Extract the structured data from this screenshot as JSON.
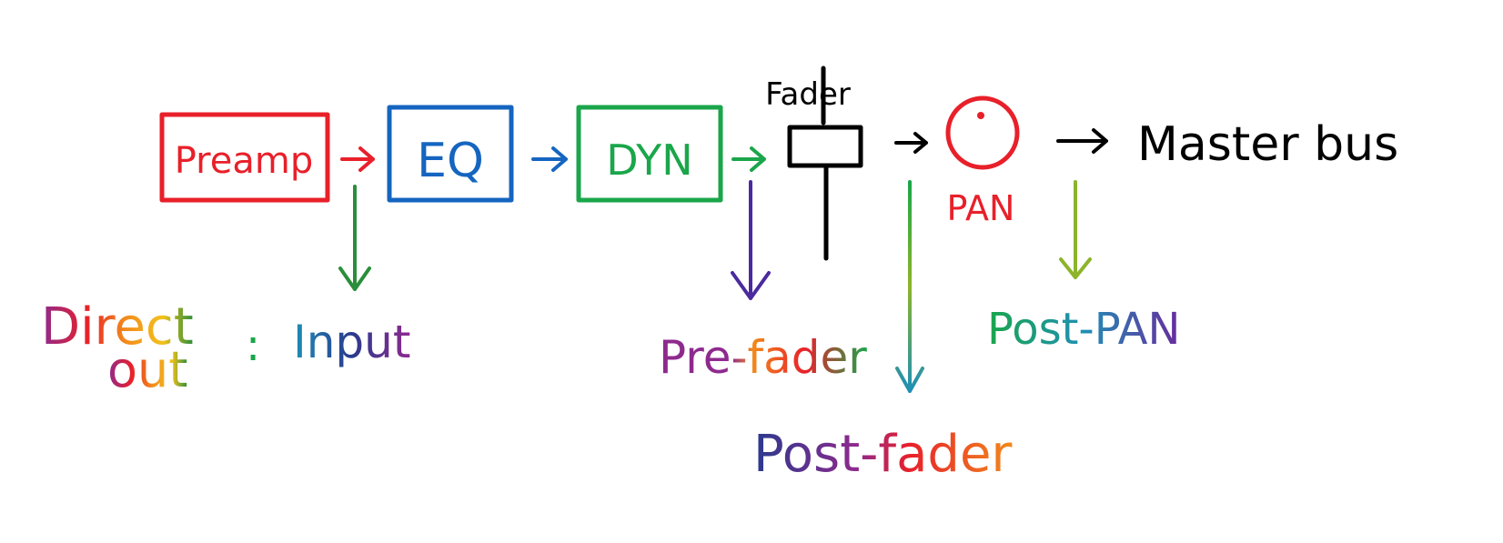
{
  "blocks": {
    "preamp": {
      "label": "Preamp",
      "color": "#e8202a"
    },
    "eq": {
      "label": "EQ",
      "color": "#1565c0"
    },
    "dyn": {
      "label": "DYN",
      "color": "#1aa64a"
    },
    "fader": {
      "label": "Fader",
      "color": "#000000"
    },
    "pan": {
      "label": "PAN",
      "color": "#e8202a"
    },
    "master": {
      "label": "Master bus",
      "color": "#000000"
    }
  },
  "taps": {
    "direct_out_line1": "Direct",
    "direct_out_line2": "out",
    "direct_out_sep": ":",
    "input": "Input",
    "pre_fader": "Pre-fader",
    "post_fader": "Post-fader",
    "post_pan": "Post-PAN"
  },
  "colors": {
    "purple": "#8e2a8e",
    "green": "#2a8e3a",
    "teal": "#1f8fb5",
    "navy": "#2a3a8e",
    "orange": "#f28a1c",
    "olive": "#8db42a"
  }
}
